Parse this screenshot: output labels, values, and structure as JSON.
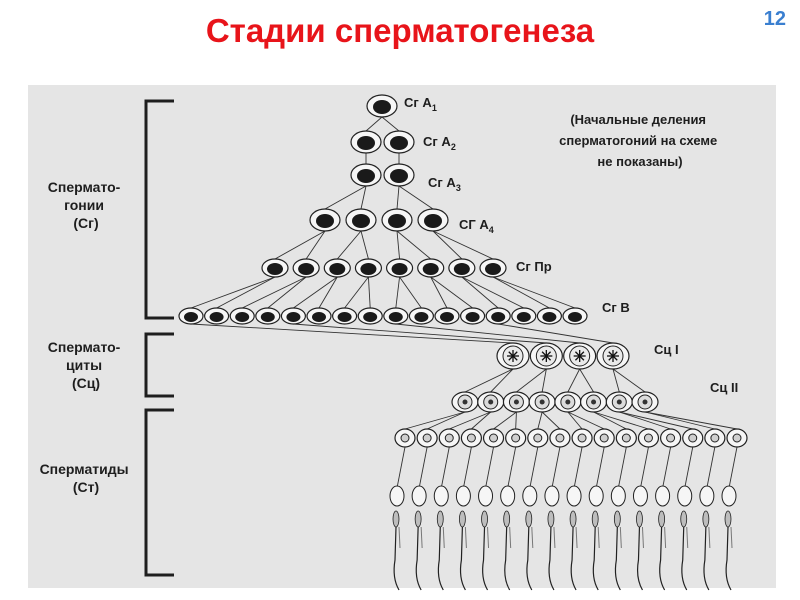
{
  "slide": {
    "title": "Стадии сперматогенеза",
    "page_number": "12"
  },
  "groups": [
    {
      "lines": [
        "Спермато-",
        "гонии",
        "(Сг)"
      ]
    },
    {
      "lines": [
        "Спермато-",
        "циты",
        "(Сц)"
      ]
    },
    {
      "lines": [
        "Сперматиды",
        "(Ст)"
      ]
    }
  ],
  "stages": [
    {
      "prefix": "Сг А",
      "sub": "1"
    },
    {
      "prefix": "Сг А",
      "sub": "2"
    },
    {
      "prefix": "Сг А",
      "sub": "3"
    },
    {
      "prefix": "СГ А",
      "sub": "4"
    },
    {
      "prefix": "Сг Пр",
      "sub": ""
    },
    {
      "prefix": "Сг В",
      "sub": ""
    },
    {
      "prefix": "Сц I",
      "sub": ""
    },
    {
      "prefix": "Сц II",
      "sub": ""
    }
  ],
  "note": {
    "lines": [
      "(Начальные деления",
      "сперматогоний на схеме",
      "не показаны)"
    ]
  },
  "colors": {
    "title": "#e8141a",
    "page_number": "#3a7fd0",
    "panel": "#e5e5e5",
    "ink": "#1e1e1e"
  }
}
